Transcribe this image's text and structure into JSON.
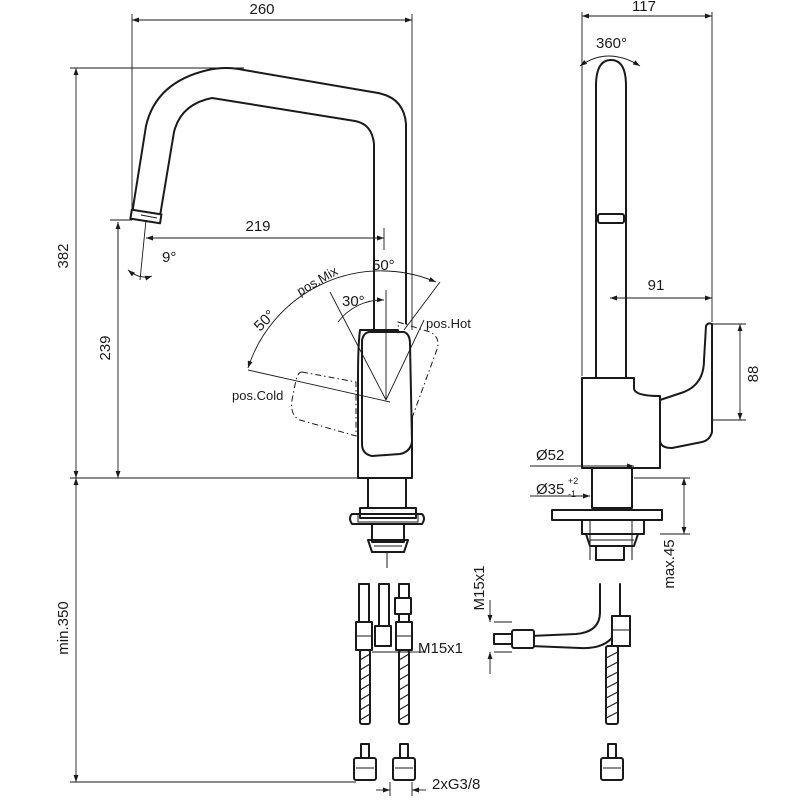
{
  "dimensions": {
    "overall_width": "260",
    "side_depth": "117",
    "overall_height": "382",
    "spout_reach": "219",
    "height_to_spout": "239",
    "min_below_deck": "min.350",
    "lever_offset": "91",
    "lever_height": "88",
    "base_diameter": "Ø52",
    "hole_diameter": "Ø35",
    "hole_tol_upper": "+2",
    "hole_tol_lower": "-1",
    "max_deck_thickness": "max.45",
    "hose_thread_front": "M15x1",
    "hose_thread_side": "M15x1",
    "connection_thread": "2xG3/8"
  },
  "angles": {
    "rotation": "360°",
    "spout_tilt": "9°",
    "lever_hot": "50°",
    "lever_mix": "30°",
    "lever_cold": "50°"
  },
  "positions": {
    "mix": "pos.Mix",
    "hot": "pos.Hot",
    "cold": "pos.Cold"
  }
}
